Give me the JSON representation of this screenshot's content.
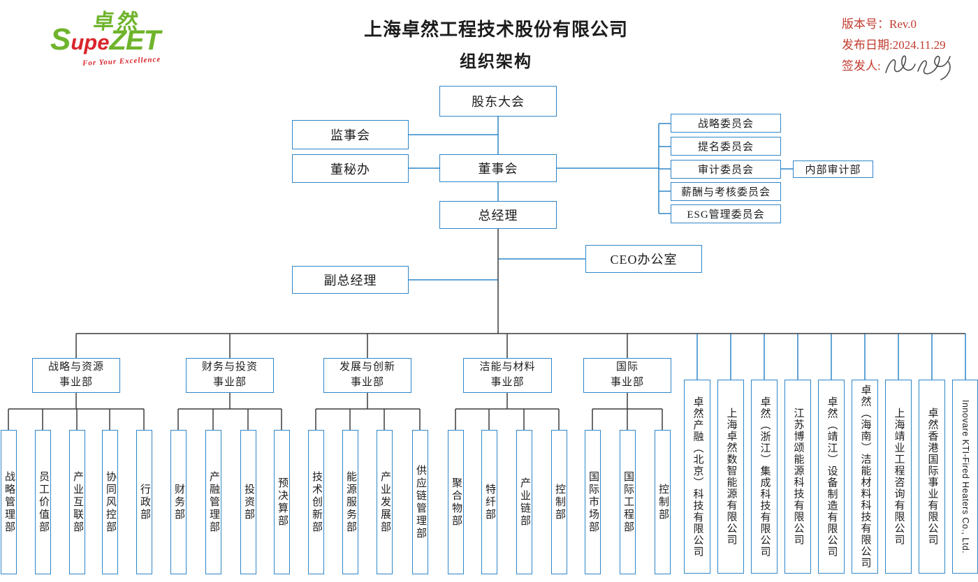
{
  "colors": {
    "accent_blue": "#2f86c8",
    "line_black": "#3a3a3a",
    "brand_green": "#6fb42c",
    "brand_red": "#d9262c",
    "meta_red": "#c03a2e"
  },
  "logo": {
    "hanzi": "卓然",
    "s": "S",
    "upe": "upe",
    "zet": "ZET",
    "tagline": "For Your Excellence"
  },
  "title": {
    "line1": "上海卓然工程技术股份有限公司",
    "line2": "组织架构"
  },
  "meta": {
    "version": "版本号：Rev.0",
    "release_date": "发布日期:2024.11.29",
    "signer_label": "签发人:"
  },
  "nodes": {
    "shareholders": "股东大会",
    "supervisory": "监事会",
    "board_secretary": "董秘办",
    "board": "董事会",
    "gm": "总经理",
    "ceo_office": "CEO办公室",
    "deputy_gm": "副总经理",
    "internal_audit": "内部审计部"
  },
  "committees": [
    "战略委员会",
    "提名委员会",
    "审计委员会",
    "薪酬与考核委员会",
    "ESG管理委员会"
  ],
  "divisions": [
    {
      "line1": "战略与资源",
      "line2": "事业部",
      "departments": [
        "战略管理部",
        "员工价值部",
        "产业互联部",
        "协同风控部",
        "行政部"
      ]
    },
    {
      "line1": "财务与投资",
      "line2": "事业部",
      "departments": [
        "财务部",
        "产融管理部",
        "投资部",
        "预决算部"
      ]
    },
    {
      "line1": "发展与创新",
      "line2": "事业部",
      "departments": [
        "技术创新部",
        "能源服务部",
        "产业发展部",
        "供应链管理部"
      ]
    },
    {
      "line1": "洁能与材料",
      "line2": "事业部",
      "departments": [
        "聚合物部",
        "特纤部",
        "产业链部",
        "控制部"
      ]
    },
    {
      "line1": "国际",
      "line2": "事业部",
      "departments": [
        "国际市场部",
        "国际工程部",
        "控制部"
      ]
    }
  ],
  "subsidiaries": [
    "卓然产融（北京）科技有限公司",
    "上海卓然数智能源有限公司",
    "卓然（浙江）集成科技有限公司",
    "江苏博颂能源科技有限公司",
    "卓然（靖江）设备制造有限公司",
    "卓然（海南）洁能材料科技有限公司",
    "上海靖业工程咨询有限公司",
    "卓然香港国际事业有限公司",
    "Innovare KTI-Fired Heaters Co., Ltd."
  ]
}
